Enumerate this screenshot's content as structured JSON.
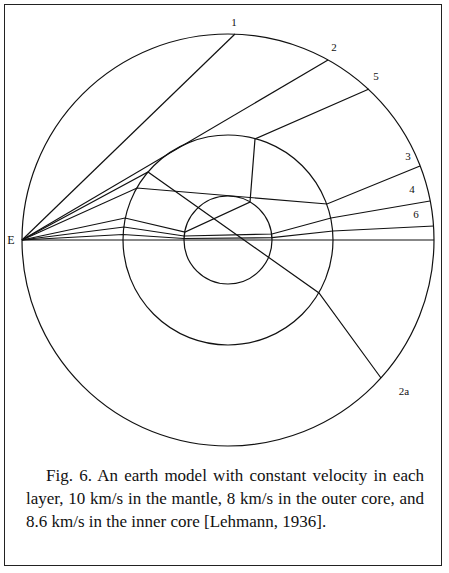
{
  "diagram": {
    "caption": "Fig. 6. An earth model with constant velocity in each layer, 10 km/s in the mantle, 8 km/s in the outer core, and 8.6 km/s in the inner core [Lehmann, 1936].",
    "labels": [
      "E",
      "1",
      "2",
      "5",
      "3",
      "4",
      "6",
      "2a"
    ]
  }
}
